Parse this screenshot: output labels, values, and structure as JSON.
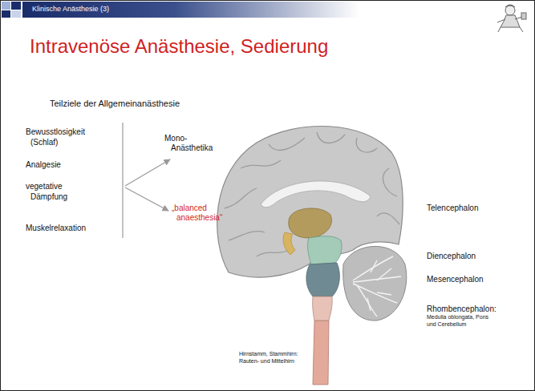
{
  "diagram": {
    "title": "Intravenöse Anästhesie, Sedierung",
    "labels": [
      "Klinische Anästhesie (3)",
      "Teilziele der Allgemeinanästhesie",
      "Bewusstlosigkeit (Schlaf)",
      "Analgesie",
      "vegetative Dämpfung",
      "Muskelrelaxation",
      "Mono- Anästhetika",
      "„balanced anaesthesia“",
      "Telencephalon",
      "Diencephalon",
      "Mesencephalon",
      "Rhombencephalon:",
      "Medulla oblongata, Pons und Cerebellum",
      "Hirnstamm, Stammhirn: Rauten- und Mittelhirn"
    ]
  }
}
